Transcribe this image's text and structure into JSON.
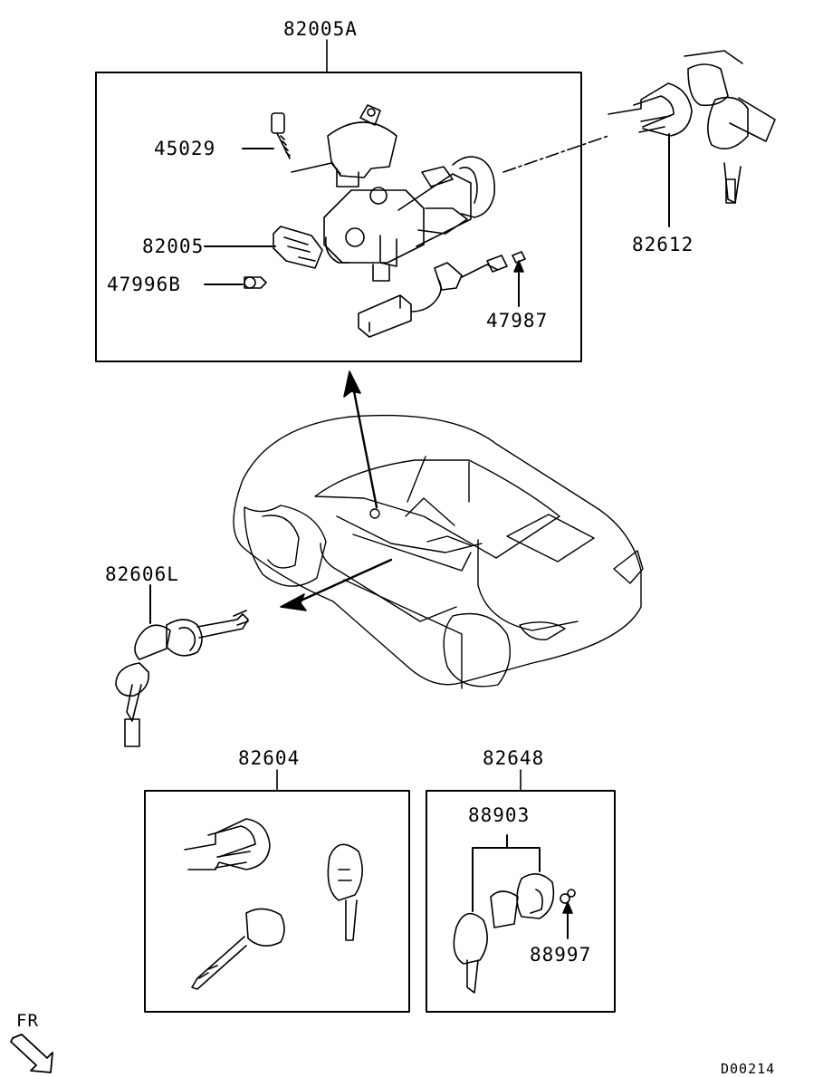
{
  "labels": {
    "top_group": "82005A",
    "p45029": "45029",
    "p82005": "82005",
    "p47996b": "47996B",
    "p47987": "47987",
    "p82612": "82612",
    "p82606l": "82606L",
    "p82604": "82604",
    "p82648": "82648",
    "p88903": "88903",
    "p88997": "88997",
    "fr": "FR",
    "diagram_code": "D00214"
  },
  "icons": [
    "front-arrow-icon"
  ]
}
